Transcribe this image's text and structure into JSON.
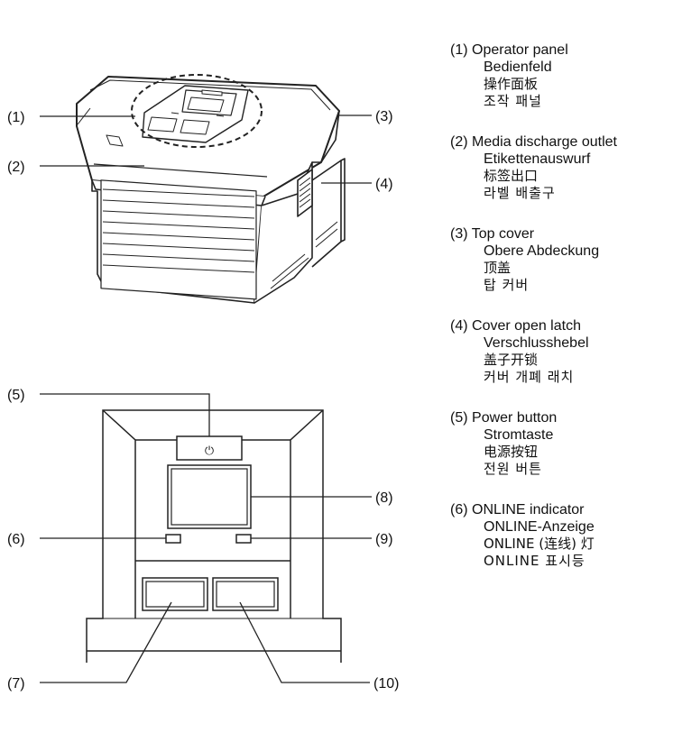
{
  "callouts": [
    "(1)",
    "(2)",
    "(3)",
    "(4)",
    "(5)",
    "(6)",
    "(7)",
    "(8)",
    "(9)",
    "(10)"
  ],
  "power_symbol": "⏻",
  "legend": [
    {
      "num": "(1)",
      "en": "Operator panel",
      "de": "Bedienfeld",
      "zh": "操作面板",
      "ko": "조작 패널"
    },
    {
      "num": "(2)",
      "en": "Media discharge outlet",
      "de": "Etikettenauswurf",
      "zh": "标签出口",
      "ko": "라벨 배출구"
    },
    {
      "num": "(3)",
      "en": "Top cover",
      "de": "Obere Abdeckung",
      "zh": "顶盖",
      "ko": "탑 커버"
    },
    {
      "num": "(4)",
      "en": "Cover open latch",
      "de": "Verschlusshebel",
      "zh": "盖子开锁",
      "ko": "커버 개폐 래치"
    },
    {
      "num": "(5)",
      "en": "Power button",
      "de": "Stromtaste",
      "zh": "电源按钮",
      "ko": "전원 버튼"
    },
    {
      "num": "(6)",
      "en": "ONLINE indicator",
      "de": "ONLINE-Anzeige",
      "zh": "ONLINE (连线) 灯",
      "ko": "ONLINE 표시등"
    }
  ]
}
